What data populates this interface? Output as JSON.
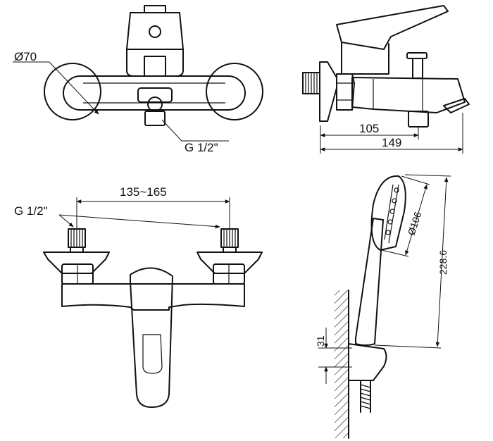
{
  "front_view": {
    "diameter_label": "Ø70",
    "thread_label": "G 1/2\""
  },
  "side_view": {
    "dim_inner_label": "105",
    "dim_outer_label": "149"
  },
  "bottom_view": {
    "spacing_label": "135~165",
    "thread_label": "G 1/2\""
  },
  "hand_shower_view": {
    "head_diameter_label": "Ø106",
    "length_label": "228.6",
    "holder_height_label": "31"
  }
}
